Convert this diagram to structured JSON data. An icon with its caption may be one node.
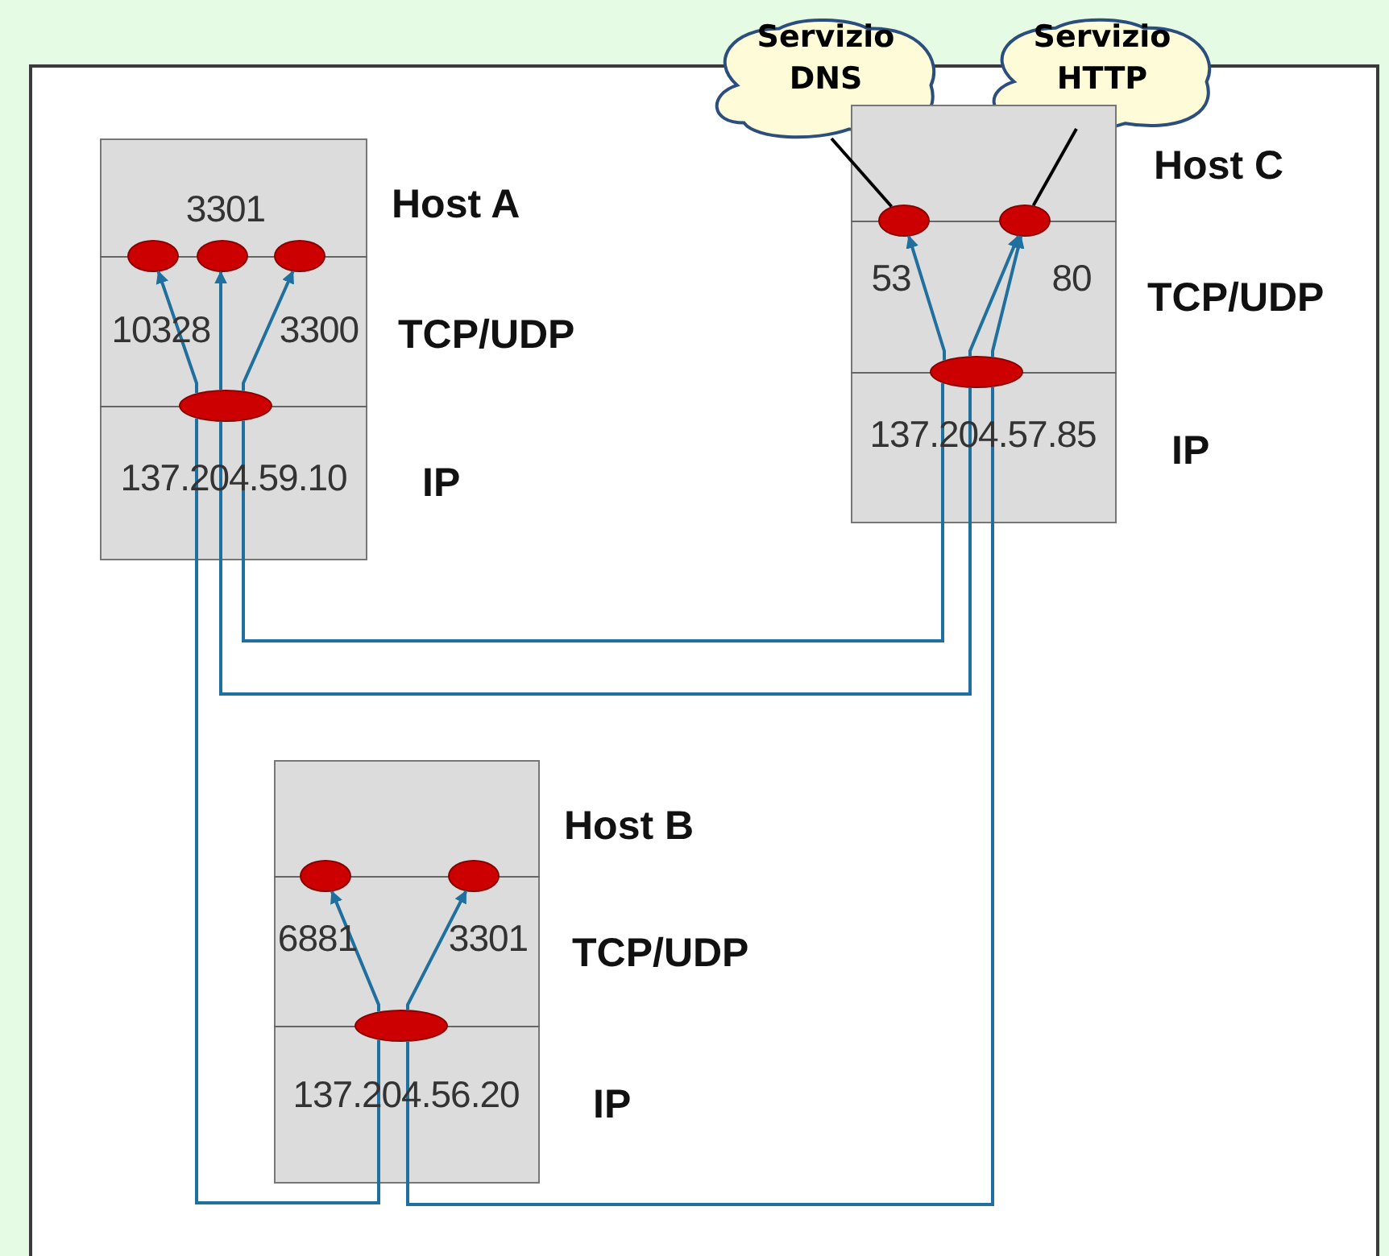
{
  "diagram": {
    "nodes": [
      {
        "text": [
          "Host A"
        ],
        "beside": [
          "TCP/UDP",
          "IP"
        ]
      },
      {
        "text": [],
        "shape": "ellipse",
        "in": 0,
        "beside": [
          "10328"
        ]
      },
      {
        "text": [],
        "shape": "ellipse",
        "in": 0,
        "beside": [
          "3301"
        ]
      },
      {
        "text": [],
        "shape": "ellipse",
        "in": 0,
        "beside": [
          "3300"
        ]
      },
      {
        "text": [],
        "shape": "ellipse",
        "in": 0,
        "beside": [
          "137.204.59.10"
        ]
      },
      {
        "text": [
          "Servizio DNS"
        ]
      },
      {
        "text": [
          "Servizio HTTP"
        ]
      },
      {
        "text": [
          "Host C"
        ],
        "beside": [
          "TCP/UDP",
          "IP"
        ]
      },
      {
        "text": [],
        "shape": "ellipse",
        "in": 7,
        "beside": [
          "53"
        ]
      },
      {
        "text": [],
        "shape": "ellipse",
        "in": 7,
        "beside": [
          "80"
        ]
      },
      {
        "text": [],
        "shape": "ellipse",
        "in": 7,
        "beside": [
          "137.204.57.85"
        ]
      },
      {
        "text": [
          "Host B"
        ],
        "beside": [
          "TCP/UDP",
          "IP"
        ]
      },
      {
        "text": [],
        "shape": "ellipse",
        "in": 11,
        "beside": [
          "6881"
        ]
      },
      {
        "text": [],
        "shape": "ellipse",
        "in": 11,
        "beside": [
          "3301"
        ]
      },
      {
        "text": [],
        "shape": "ellipse",
        "in": 11,
        "beside": [
          "137.204.56.20"
        ]
      }
    ],
    "edges": [
      {
        "from": 4,
        "to": 1,
        "arrow": "to"
      },
      {
        "from": 4,
        "to": 2,
        "arrow": "to"
      },
      {
        "from": 4,
        "to": 3,
        "arrow": "to"
      },
      {
        "from": 10,
        "to": 8,
        "arrow": "to"
      },
      {
        "from": 10,
        "to": 9,
        "arrow": "to"
      },
      {
        "from": 10,
        "to": 9,
        "arrow": "to"
      },
      {
        "from": 14,
        "to": 12,
        "arrow": "to"
      },
      {
        "from": 14,
        "to": 13,
        "arrow": "to"
      },
      {
        "from": 4,
        "to": 14,
        "arrow": "none"
      },
      {
        "from": 4,
        "to": 10,
        "arrow": "none"
      },
      {
        "from": 4,
        "to": 10,
        "arrow": "none"
      },
      {
        "from": 14,
        "to": 10,
        "arrow": "none"
      },
      {
        "from": 5,
        "to": 8,
        "arrow": "none",
        "color": "#000000"
      },
      {
        "from": 6,
        "to": 9,
        "arrow": "none",
        "color": "#000000"
      }
    ]
  }
}
